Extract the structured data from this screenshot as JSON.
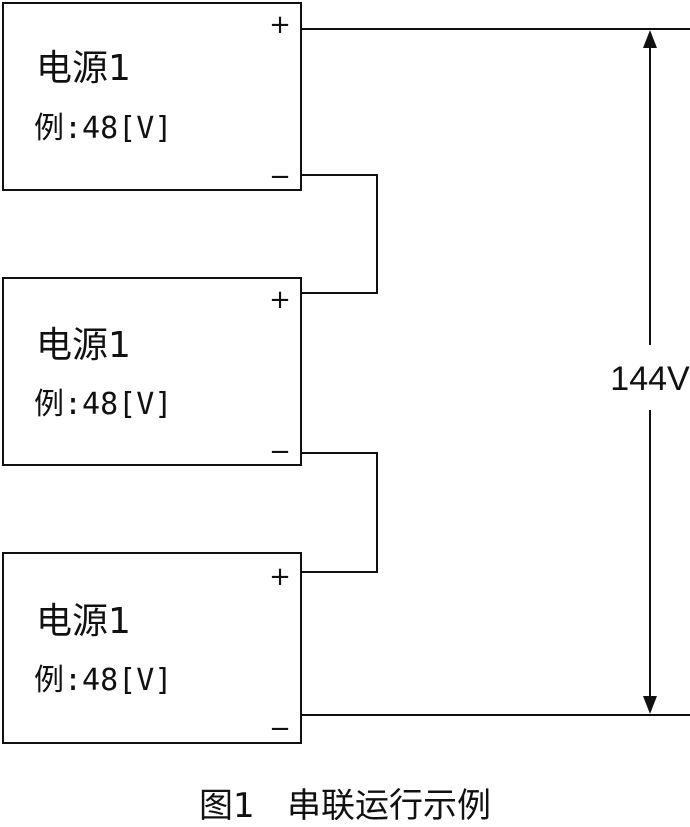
{
  "sources": [
    {
      "name": "电源1",
      "example": "例:48[V]",
      "plus": "+",
      "minus": "−"
    },
    {
      "name": "电源1",
      "example": "例:48[V]",
      "plus": "+",
      "minus": "−"
    },
    {
      "name": "电源1",
      "example": "例:48[V]",
      "plus": "+",
      "minus": "−"
    }
  ],
  "total_voltage": "144V",
  "caption": {
    "label": "图1",
    "title": "串联运行示例"
  }
}
